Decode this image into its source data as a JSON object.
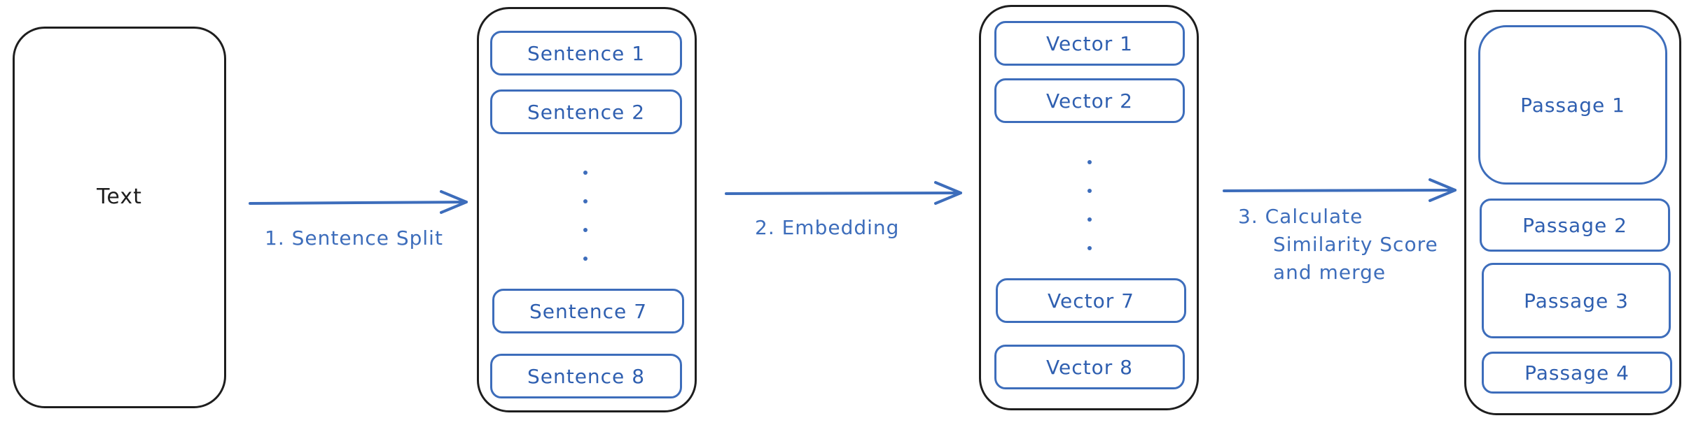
{
  "colors": {
    "ink": "#1e1e1e",
    "accent": "#3d6dbb",
    "text_accent": "#2f5fb0",
    "background": "#ffffff"
  },
  "input": {
    "label": "Text"
  },
  "sentences": [
    "Sentence 1",
    "Sentence 2",
    "Sentence 7",
    "Sentence 8"
  ],
  "vectors": [
    "Vector 1",
    "Vector 2",
    "Vector 7",
    "Vector 8"
  ],
  "passages": [
    "Passage 1",
    "Passage 2",
    "Passage 3",
    "Passage 4"
  ],
  "steps": {
    "split": "1. Sentence Split",
    "embedding": "2. Embedding",
    "merge_line1": "3. Calculate",
    "merge_line2": "Similarity Score",
    "merge_line3": "and merge"
  }
}
